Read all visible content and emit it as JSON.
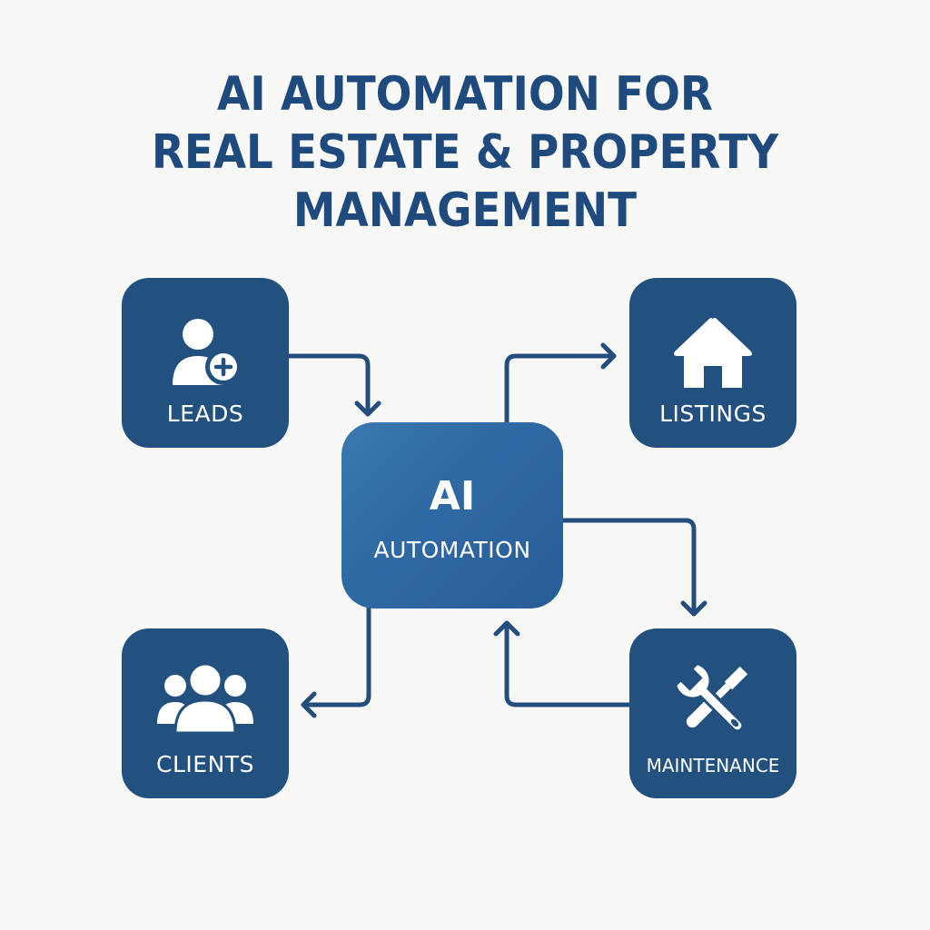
{
  "title": {
    "line1": "AI AUTOMATION FOR",
    "line2": "REAL ESTATE & PROPERTY",
    "line3": "MANAGEMENT",
    "color": "#1f4a7e"
  },
  "center": {
    "title": "AI",
    "subtitle": "AUTOMATION",
    "color": "#2f69a4"
  },
  "nodes": [
    {
      "id": "leads",
      "label": "LEADS",
      "icon": "user-plus-icon"
    },
    {
      "id": "listings",
      "label": "LISTINGS",
      "icon": "house-icon"
    },
    {
      "id": "clients",
      "label": "CLIENTS",
      "icon": "users-group-icon"
    },
    {
      "id": "maintenance",
      "label": "MAINTENANCE",
      "icon": "wrench-screwdriver-icon"
    }
  ],
  "connections": [
    {
      "from": "LEADS",
      "to": "AI AUTOMATION"
    },
    {
      "from": "AI AUTOMATION",
      "to": "LISTINGS"
    },
    {
      "from": "AI AUTOMATION",
      "to": "MAINTENANCE"
    },
    {
      "from": "MAINTENANCE",
      "to": "AI AUTOMATION"
    },
    {
      "from": "AI AUTOMATION",
      "to": "CLIENTS"
    }
  ],
  "colors": {
    "background": "#f8f8f6",
    "node": "#22507f",
    "connector": "#234d7d",
    "text_on_node": "#ffffff"
  }
}
